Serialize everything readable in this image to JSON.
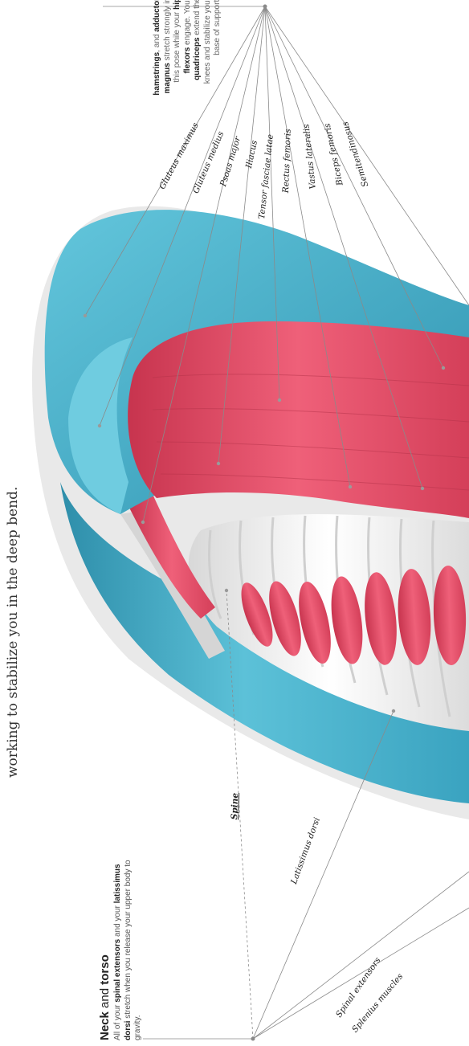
{
  "intro": {
    "text": "working to stabilize you in the deep bend."
  },
  "neck_torso": {
    "heading_part1": "Neck",
    "heading_and": " and ",
    "heading_part2": "torso",
    "body_1": "All of your ",
    "body_b1": "spinal extensors",
    "body_2": " and your ",
    "body_b2": "latissimus dorsi",
    "body_3": " stretch when you release your upper body to gravity."
  },
  "hip_block": {
    "b0": "hamstrings",
    "t1": ", and ",
    "b1": "adductor magnus",
    "t2": " stretch strongly in this pose while your ",
    "b2": "hip flexors",
    "t3": " engage. Your ",
    "b3": "quadriceps",
    "t4": " extend the knees and stabilize your base of support."
  },
  "upper_labels": {
    "gluteus_maximus": "Gluteus maximus",
    "gluteus_medius": "Gluteus medius",
    "psoas_major": "Psoas major",
    "iliacus": "Iliacus",
    "tensor_fasciae_latae": "Tensor fasciae latae",
    "rectus_femoris": "Rectus femoris",
    "vastus_lateralis": "Vastus lateralis",
    "biceps_femoris": "Biceps femoris",
    "semitendinosus": "Semitendinosus"
  },
  "lower_labels": {
    "spine": "Spine",
    "latissimus_dorsi": "Latissimus dorsi",
    "spinal_extensors": "Spinal extensors",
    "splenius_muscles": "Splenius muscles"
  },
  "colors": {
    "skin_blue": "#4fb6cf",
    "skin_blue_dark": "#2f8fab",
    "muscle_red": "#e8506a",
    "muscle_red_dark": "#b8324a",
    "bone": "#eeeeee",
    "leader_line": "#8a8a8a"
  }
}
